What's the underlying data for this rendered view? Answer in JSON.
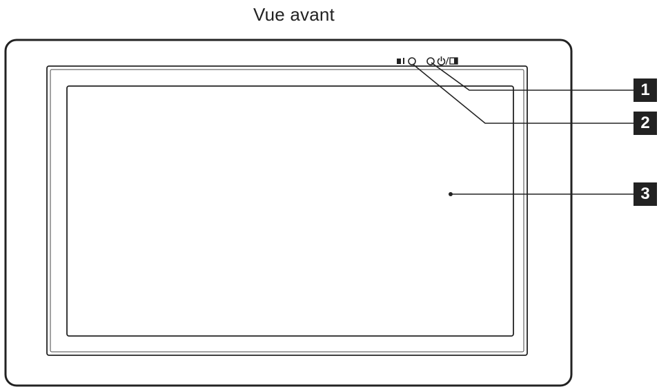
{
  "title": "Vue avant",
  "callouts": [
    {
      "number": "1",
      "target": "power-led-indicator"
    },
    {
      "number": "2",
      "target": "memory-card-led-indicator"
    },
    {
      "number": "3",
      "target": "screen"
    }
  ],
  "icons": {
    "memory_card_indicator": "card-slot-led-icon",
    "power_indicator": "power-standby-led-icon"
  },
  "colors": {
    "line": "#222222",
    "callout_bg": "#222222",
    "callout_text": "#ffffff",
    "background": "#ffffff"
  }
}
